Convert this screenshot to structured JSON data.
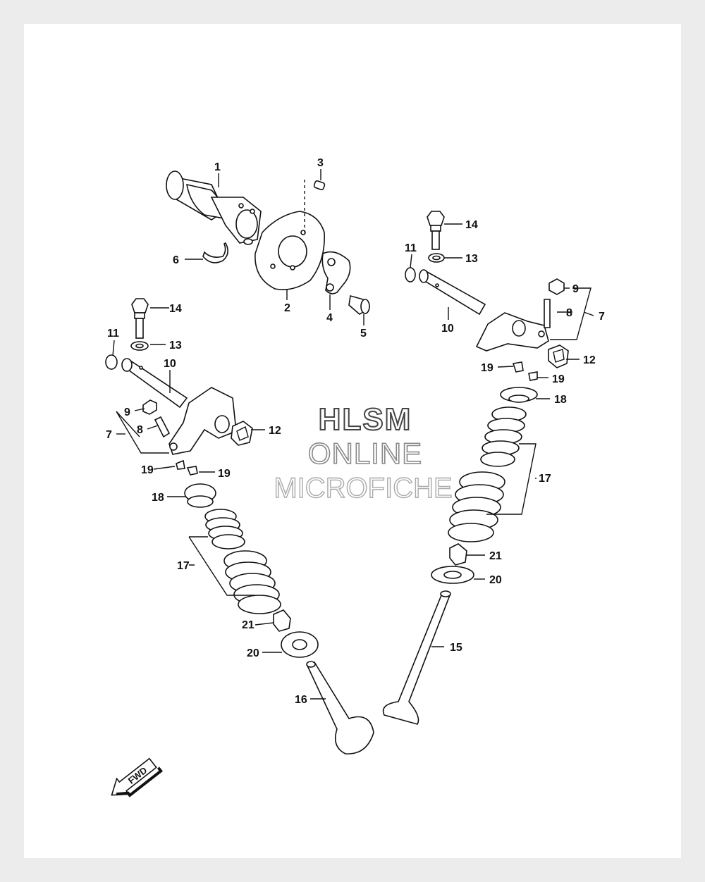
{
  "watermark": {
    "line1": "HLSM",
    "line2": "ONLINE",
    "line3": "MICROFICHE"
  },
  "fwd_label": "FWD",
  "callouts": {
    "c1": "1",
    "c2": "2",
    "c3": "3",
    "c4": "4",
    "c5": "5",
    "c6": "6",
    "c7a": "7",
    "c7b": "7",
    "c8a": "8",
    "c8b": "8",
    "c9a": "9",
    "c9b": "9",
    "c10a": "10",
    "c10b": "10",
    "c11a": "11",
    "c11b": "11",
    "c12a": "12",
    "c12b": "12",
    "c13a": "13",
    "c13b": "13",
    "c14a": "14",
    "c14b": "14",
    "c15": "15",
    "c16": "16",
    "c17a": "17",
    "c17b": "17",
    "c18a": "18",
    "c18b": "18",
    "c19a": "19",
    "c19b": "19",
    "c19c": "19",
    "c19d": "19",
    "c20a": "20",
    "c20b": "20",
    "c21a": "21",
    "c21b": "21"
  }
}
